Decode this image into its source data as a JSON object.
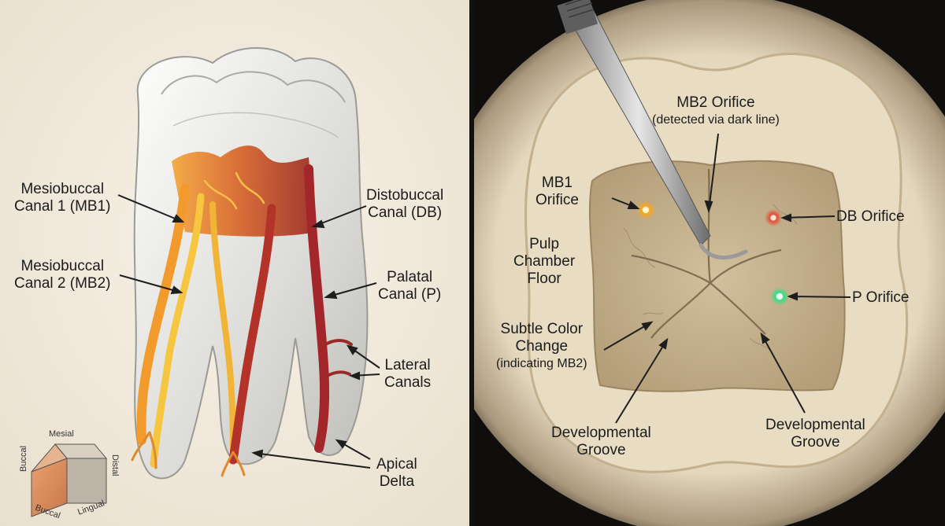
{
  "left_panel": {
    "labels": {
      "mb1": [
        "Mesiobuccal",
        "Canal 1 (MB1)"
      ],
      "mb2": [
        "Mesiobuccal",
        "Canal 2 (MB2)"
      ],
      "db": [
        "Distobuccal",
        "Canal (DB)"
      ],
      "palatal": [
        "Palatal",
        "Canal (P)"
      ],
      "lateral": [
        "Lateral",
        "Canals"
      ],
      "apical": [
        "Apical",
        "Delta"
      ]
    },
    "orientation_cube": {
      "top": "Mesial",
      "left": "Buccal",
      "right": "Distal",
      "bottom_left": "Buccal",
      "bottom_right": "Lingual"
    }
  },
  "right_panel": {
    "labels": {
      "mb2_orifice": [
        "MB2 Orifice",
        "(detected via dark line)"
      ],
      "mb1_orifice": [
        "MB1",
        "Orifice"
      ],
      "db_orifice": "DB Orifice",
      "pulp_floor": [
        "Pulp",
        "Chamber",
        "Floor"
      ],
      "p_orifice": "P Orifice",
      "color_change": [
        "Subtle Color",
        "Change",
        "(indicating MB2)"
      ],
      "groove_left": [
        "Developmental",
        "Groove"
      ],
      "groove_right": [
        "Developmental",
        "Groove"
      ]
    },
    "orifice_colors": {
      "mb1": "#f5a623",
      "db": "#e0523a",
      "p": "#3ddc84"
    }
  }
}
